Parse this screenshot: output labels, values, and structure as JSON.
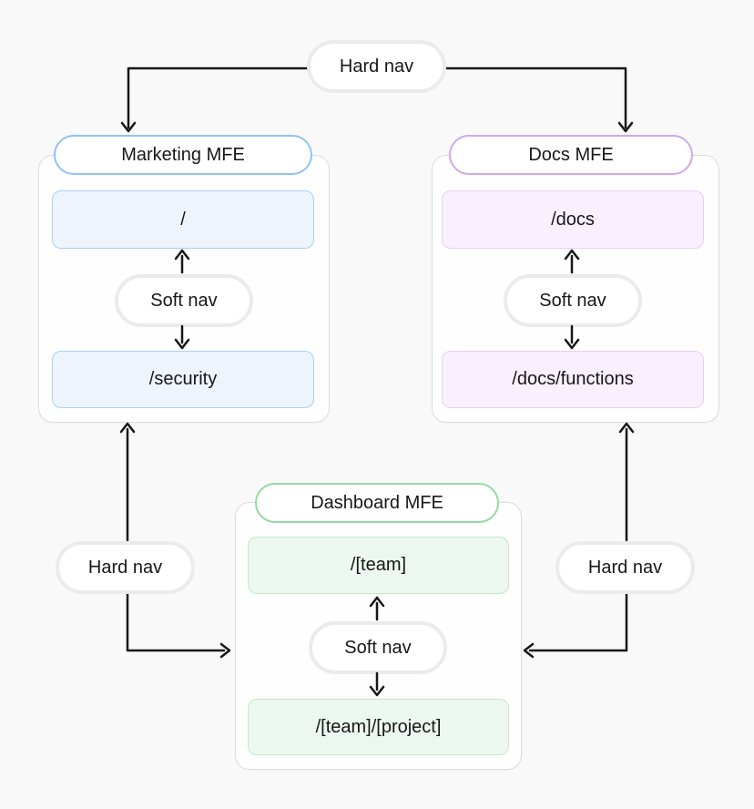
{
  "hard_nav_top": {
    "label": "Hard nav"
  },
  "hard_nav_left": {
    "label": "Hard nav"
  },
  "hard_nav_right": {
    "label": "Hard nav"
  },
  "mfes": {
    "marketing": {
      "title": "Marketing MFE",
      "soft_nav_label": "Soft nav",
      "routes": [
        "/",
        "/security"
      ],
      "accent_border": "#8fc3f5",
      "route_fill": "#edf4fc",
      "route_border": "#abcff3"
    },
    "docs": {
      "title": "Docs MFE",
      "soft_nav_label": "Soft nav",
      "routes": [
        "/docs",
        "/docs/functions"
      ],
      "accent_border": "#cfa9ec",
      "route_fill": "#f8f0fc",
      "route_border": "#e6cff2"
    },
    "dashboard": {
      "title": "Dashboard MFE",
      "soft_nav_label": "Soft nav",
      "routes": [
        "/[team]",
        "/[team]/[project]"
      ],
      "accent_border": "#93dba1",
      "route_fill": "#ecf8ef",
      "route_border": "#c3e8ca"
    }
  },
  "colors": {
    "background": "#f9f9f9",
    "container_fill": "#fefefe",
    "container_border": "#dddddd",
    "gray_pill_border": "#ebebeb",
    "arrow": "#171717",
    "text": "#171717"
  }
}
